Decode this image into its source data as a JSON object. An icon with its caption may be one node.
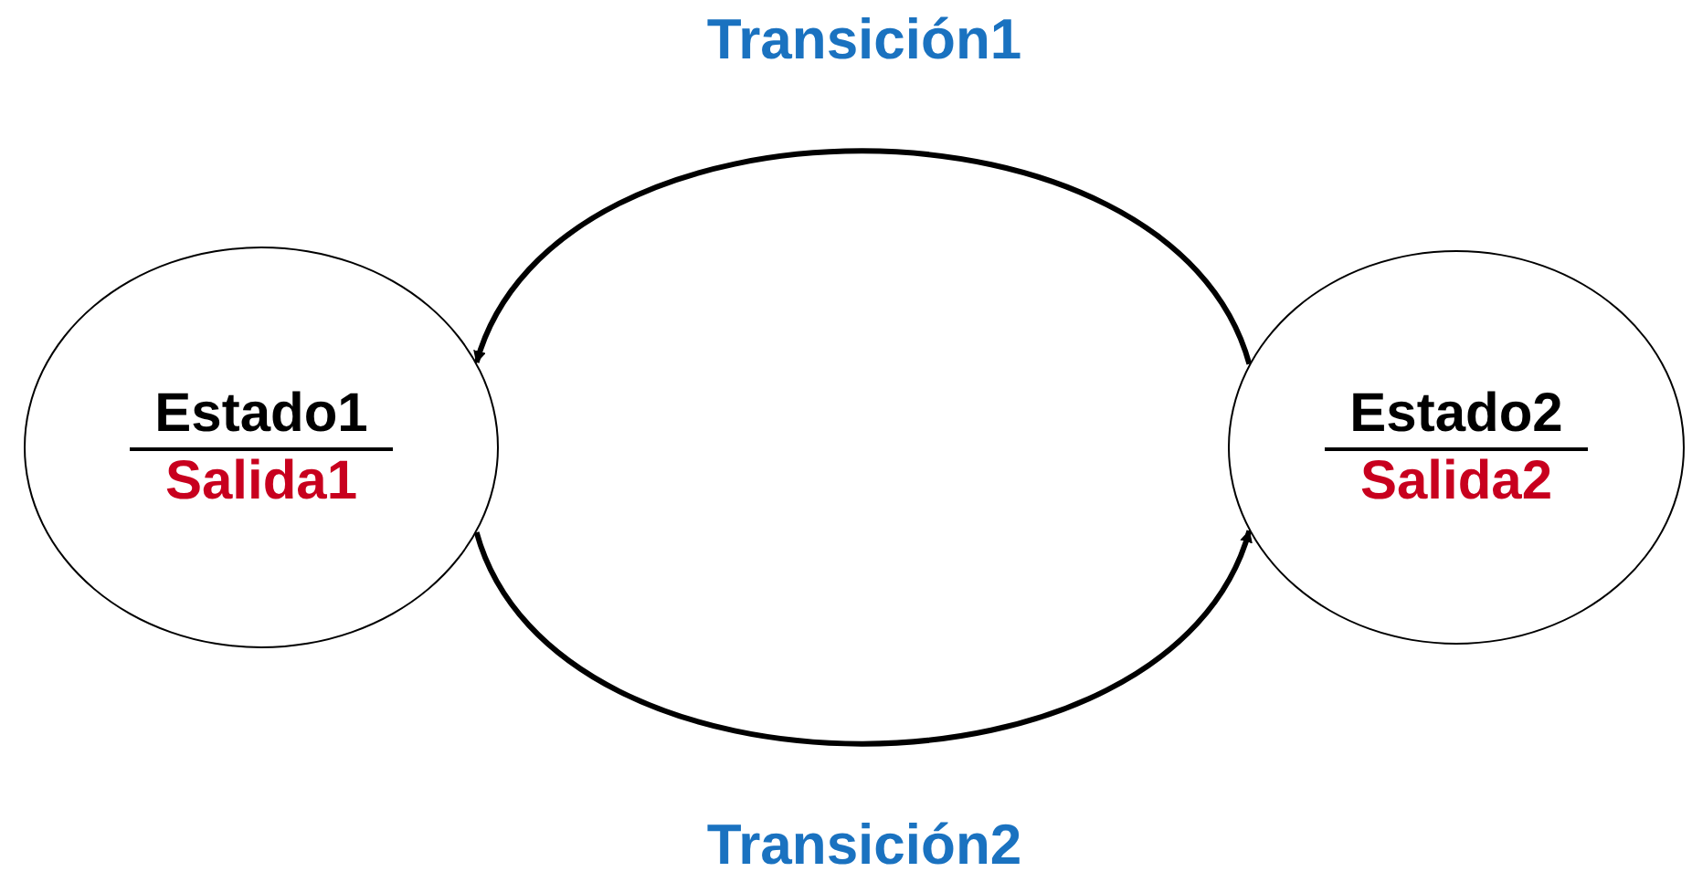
{
  "diagram": {
    "nodes": [
      {
        "text": [
          "Estado1",
          "Salida1"
        ]
      },
      {
        "text": [
          "Estado2",
          "Salida2"
        ]
      }
    ],
    "edges": [
      {
        "from": 1,
        "to": 0,
        "arrow": "to",
        "label": "Transición1"
      },
      {
        "from": 0,
        "to": 1,
        "arrow": "to",
        "label": "Transición2"
      }
    ]
  }
}
